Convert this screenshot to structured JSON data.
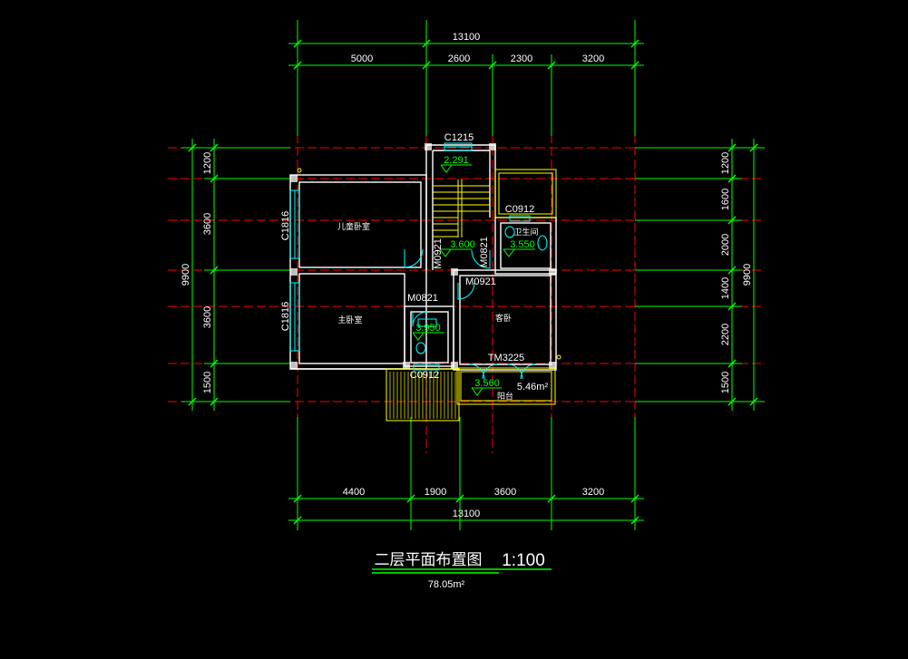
{
  "dimensions": {
    "top_total": "13100",
    "top_segments": [
      "5000",
      "2600",
      "2300",
      "3200"
    ],
    "bottom_segments": [
      "4400",
      "1900",
      "3600",
      "3200"
    ],
    "bottom_total": "13100",
    "left_segments": [
      "1200",
      "3600",
      "3600",
      "1500"
    ],
    "left_total": "9900",
    "right_segments": [
      "1200",
      "1600",
      "2000",
      "1400",
      "2200",
      "1500"
    ],
    "right_total": "9900"
  },
  "openings": {
    "c1215": "C1215",
    "c0912_top": "C0912",
    "c0912_bottom": "C0912",
    "c1816_upper": "C1816",
    "c1816_lower": "C1816",
    "m0921_left": "M0921",
    "m0821_right": "M0821",
    "m0921_bottom": "M0921",
    "m0821_left": "M0821",
    "tm3225": "TM3225"
  },
  "elevations": {
    "stair_top": "2.291",
    "stair_landing": "3.600",
    "bath_top": "3.550",
    "bath_left": "3.950",
    "balcony": "3.560"
  },
  "rooms": {
    "kids_bedroom": "儿童卧室",
    "master_bedroom": "主卧室",
    "guest_bedroom": "客卧",
    "bathroom": "卫生间",
    "balcony": "阳台"
  },
  "areas": {
    "balcony_area": "5.46m²",
    "total_area": "78.05m²"
  },
  "drawing": {
    "title": "二层平面布置图",
    "scale": "1:100"
  },
  "colors": {
    "background": "#000000",
    "axis": "#ff0000",
    "dimension": "#00ff00",
    "wall": "#ffffff",
    "window": "#00ffff",
    "balcony": "#ffff00",
    "elevation": "#00ff00"
  }
}
